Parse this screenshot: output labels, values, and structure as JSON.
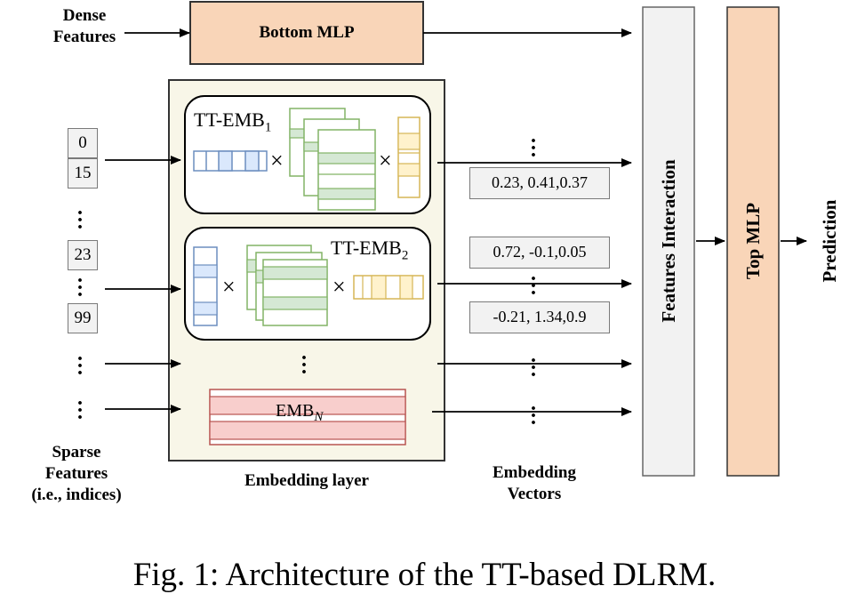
{
  "labels": {
    "dense_features": "Dense\nFeatures",
    "bottom_mlp": "Bottom MLP",
    "sparse_features": "Sparse\nFeatures\n(i.e., indices)",
    "embedding_layer": "Embedding layer",
    "embedding_vectors": "Embedding\nVectors",
    "features_interaction": "Features Interaction",
    "top_mlp": "Top MLP",
    "prediction": "Prediction"
  },
  "tt_emb_1": {
    "base": "TT-EMB",
    "sub": "1"
  },
  "tt_emb_2": {
    "base": "TT-EMB",
    "sub": "2"
  },
  "emb_n": {
    "base": "EMB",
    "sub": "N"
  },
  "indices": [
    "0",
    "15",
    "23",
    "99"
  ],
  "vectors": [
    "0.23, 0.41,0.37",
    "0.72, -0.1,0.05",
    "-0.21, 1.34,0.9"
  ],
  "times_symbol": "×",
  "caption": "Fig. 1: Architecture of the TT-based DLRM.",
  "colors": {
    "mlp_fill": "#f9d5b8",
    "mlp_stroke": "#333333",
    "interaction_fill": "#f2f2f2",
    "embedding_layer_fill": "#f8f6e8",
    "blue_core": "#6c8ebf",
    "blue_fill": "#dae8fc",
    "green_core": "#82b366",
    "green_fill": "#d5e8d4",
    "yellow_core": "#d6b656",
    "yellow_fill": "#fff2cc",
    "red_core": "#b85450",
    "red_fill": "#f8cecc"
  }
}
